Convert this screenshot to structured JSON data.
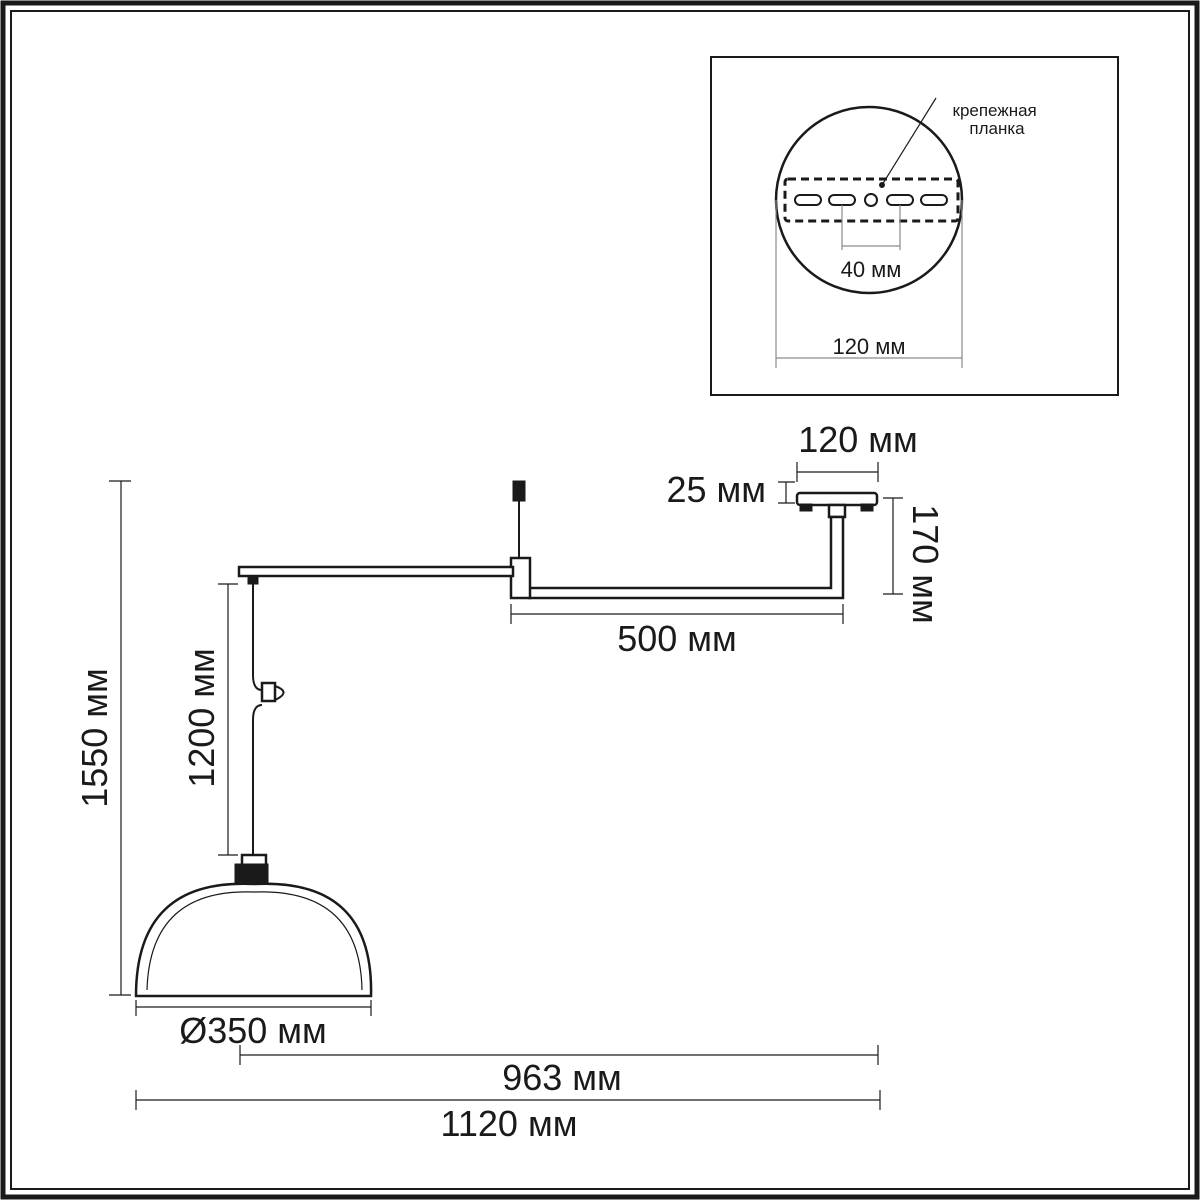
{
  "drawing": {
    "inset": {
      "mount_label": "крепежная\nпланка",
      "hole_spacing": "40 мм",
      "canopy_diameter": "120 мм"
    },
    "dimensions": {
      "canopy_width": "120 мм",
      "canopy_height": "25 мм",
      "drop_height": "170 мм",
      "arm_length": "500 мм",
      "cable_length": "1200 мм",
      "total_height": "1550 мм",
      "shade_diameter": "Ø350 мм",
      "reach_963": "963 мм",
      "total_width": "1120 мм"
    }
  }
}
